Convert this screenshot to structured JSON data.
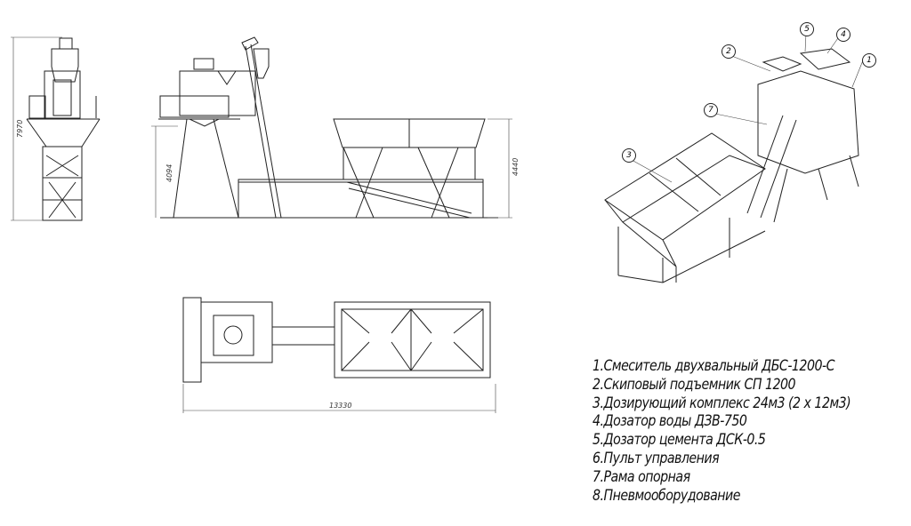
{
  "dimensions": {
    "front_height": "7970",
    "side_mixer_height": "4094",
    "side_bin_height": "4440",
    "plan_length": "13330"
  },
  "callouts": [
    "1",
    "2",
    "3",
    "4",
    "5",
    "7"
  ],
  "legend": [
    "1.Смеситель двухвальный ДБС-1200-С",
    "2.Скиповый подъемник СП 1200",
    "3.Дозирующий комплекс 24м3 (2 х 12м3)",
    "4.Дозатор воды ДЗВ-750",
    "5.Дозатор цемента ДСК-0.5",
    "6.Пульт управления",
    "7.Рама опорная",
    "8.Пневмооборудование"
  ]
}
